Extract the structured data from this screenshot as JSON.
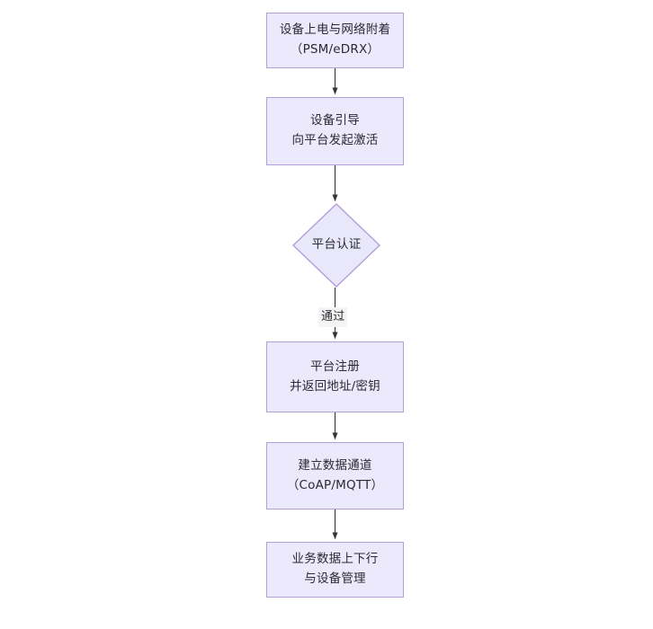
{
  "diagram": {
    "type": "flowchart",
    "orientation": "top-to-bottom",
    "title_visible": false,
    "colors": {
      "node_fill": "#ebe9fb",
      "node_border": "#b39ddb",
      "diamond_fill": "#e9e7fa",
      "edge_stroke": "#333333",
      "text": "#2b2b33",
      "edge_label_bg": "#f4f4f4",
      "canvas_bg": "#ffffff"
    },
    "nodes": [
      {
        "id": "n1",
        "shape": "rect",
        "lines": [
          "设备上电与网络附着",
          "（PSM/eDRX）"
        ]
      },
      {
        "id": "n2",
        "shape": "rect",
        "lines": [
          "设备引导",
          "向平台发起激活"
        ]
      },
      {
        "id": "n3",
        "shape": "diamond",
        "lines": [
          "平台认证"
        ]
      },
      {
        "id": "n4",
        "shape": "rect",
        "lines": [
          "平台注册",
          "并返回地址/密钥"
        ]
      },
      {
        "id": "n5",
        "shape": "rect",
        "lines": [
          "建立数据通道",
          "（CoAP/MQTT）"
        ]
      },
      {
        "id": "n6",
        "shape": "rect",
        "lines": [
          "业务数据上下行",
          "与设备管理"
        ]
      }
    ],
    "edges": [
      {
        "id": "e1",
        "from": "n1",
        "to": "n2",
        "label": ""
      },
      {
        "id": "e2",
        "from": "n2",
        "to": "n3",
        "label": ""
      },
      {
        "id": "e3",
        "from": "n3",
        "to": "n4",
        "label": "通过"
      },
      {
        "id": "e4",
        "from": "n4",
        "to": "n5",
        "label": ""
      },
      {
        "id": "e5",
        "from": "n5",
        "to": "n6",
        "label": ""
      }
    ]
  }
}
